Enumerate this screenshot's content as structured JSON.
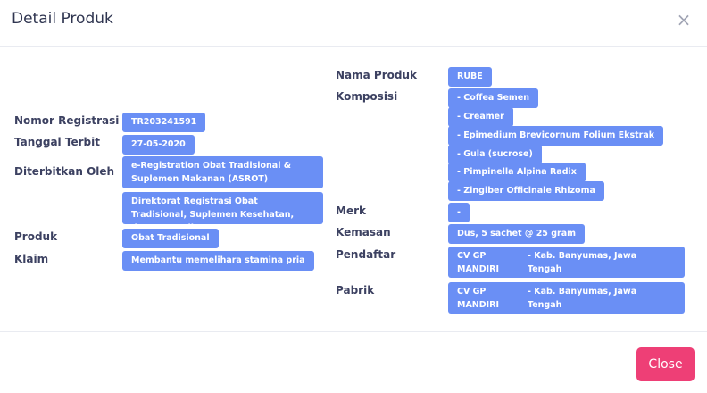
{
  "modal": {
    "title": "Detail Produk",
    "close_icon": "×",
    "close_button": "Close"
  },
  "left": {
    "nomor_registrasi": {
      "label": "Nomor Registrasi",
      "value": "TR203241591"
    },
    "tanggal_terbit": {
      "label": "Tanggal Terbit",
      "value": "27-05-2020"
    },
    "diterbitkan_oleh": {
      "label": "Diterbitkan Oleh",
      "values": [
        "e-Registration Obat Tradisional & Suplemen Makanan (ASROT)",
        "Direktorat Registrasi Obat Tradisional, Suplemen Kesehatan, dan Kosmetik"
      ]
    },
    "produk": {
      "label": "Produk",
      "value": "Obat Tradisional"
    },
    "klaim": {
      "label": "Klaim",
      "value": "Membantu memelihara stamina pria"
    }
  },
  "right": {
    "nama_produk": {
      "label": "Nama Produk",
      "value": "RUBE"
    },
    "komposisi": {
      "label": "Komposisi",
      "items": [
        "- Coffea Semen",
        "- Creamer",
        "- Epimedium Brevicornum Folium Ekstrak",
        "- Gula (sucrose)",
        "- Pimpinella Alpina Radix",
        "- Zingiber Officinale Rhizoma"
      ]
    },
    "merk": {
      "label": "Merk",
      "value": "-"
    },
    "kemasan": {
      "label": "Kemasan",
      "value": "Dus, 5 sachet @ 25 gram"
    },
    "pendaftar": {
      "label": "Pendaftar",
      "name": "CV GP MANDIRI",
      "location": "- Kab. Banyumas, Jawa Tengah"
    },
    "pabrik": {
      "label": "Pabrik",
      "name": "CV GP MANDIRI",
      "location": "- Kab. Banyumas, Jawa Tengah"
    }
  },
  "colors": {
    "pill": "#6a8ff5",
    "close_button": "#ee3f76"
  }
}
